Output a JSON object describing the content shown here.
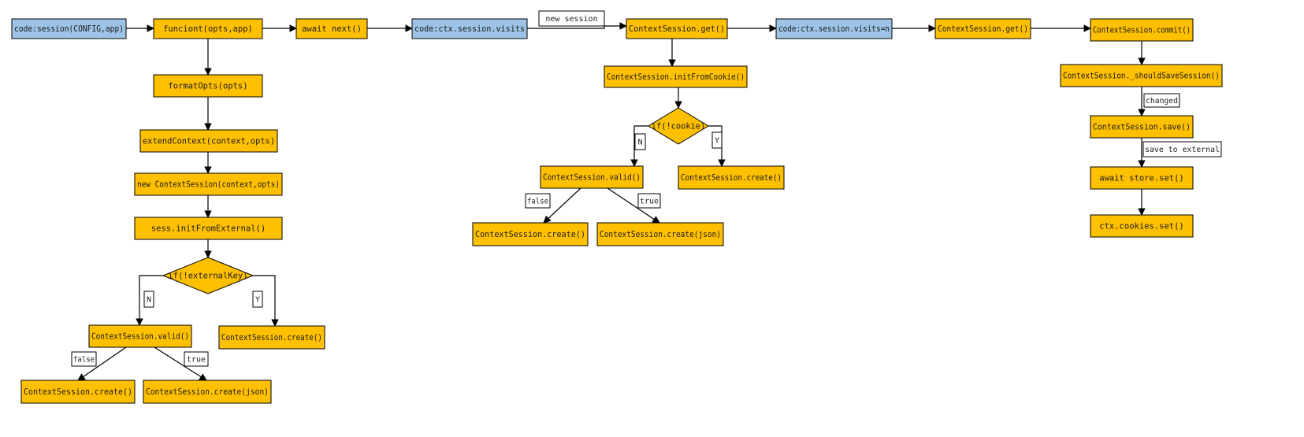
{
  "colors": {
    "process": "#FFC000",
    "code": "#9DC3E6",
    "stroke": "#000000",
    "label_box": "#FFFFFF"
  },
  "nodes": {
    "n_session": "code:session(CONFIG,app)",
    "n_funciont": "funciont(opts,app)",
    "n_format": "formatOpts(opts)",
    "n_extend": "extendContext(context,opts)",
    "n_newcs": "new ContextSession(context,opts)",
    "n_initext": "sess.initFromExternal()",
    "n_ifext": "if(!externalKey)",
    "n_valid1": "ContextSession.valid()",
    "n_create1y": "ContextSession.create()",
    "n_create1f": "ContextSession.create()",
    "n_create1t": "ContextSession.create(json)",
    "n_await": "await next()",
    "n_visits": "code:ctx.session.visits",
    "n_get1": "ContextSession.get()",
    "n_initcookie": "ContextSession.initFromCookie()",
    "n_ifcookie": "if(!cookie)",
    "n_valid2": "ContextSession.valid()",
    "n_create2y": "ContextSession.create()",
    "n_create2f": "ContextSession.create()",
    "n_create2t": "ContextSession.create(json)",
    "n_visitsn": "code:ctx.session.visits=n",
    "n_get2": "ContextSession.get()",
    "n_commit": "ContextSession.commit()",
    "n_should": "ContextSession._shouldSaveSession()",
    "n_save": "ContextSession.save()",
    "n_storeset": "await store.set()",
    "n_cookieset": "ctx.cookies.set()"
  },
  "labels": {
    "l_newsession": "new session",
    "l_n1": "N",
    "l_y1": "Y",
    "l_false1": "false",
    "l_true1": "true",
    "l_n2": "N",
    "l_y2": "Y",
    "l_false2": "false",
    "l_true2": "true",
    "l_changed": "changed",
    "l_savext": "save to external"
  }
}
